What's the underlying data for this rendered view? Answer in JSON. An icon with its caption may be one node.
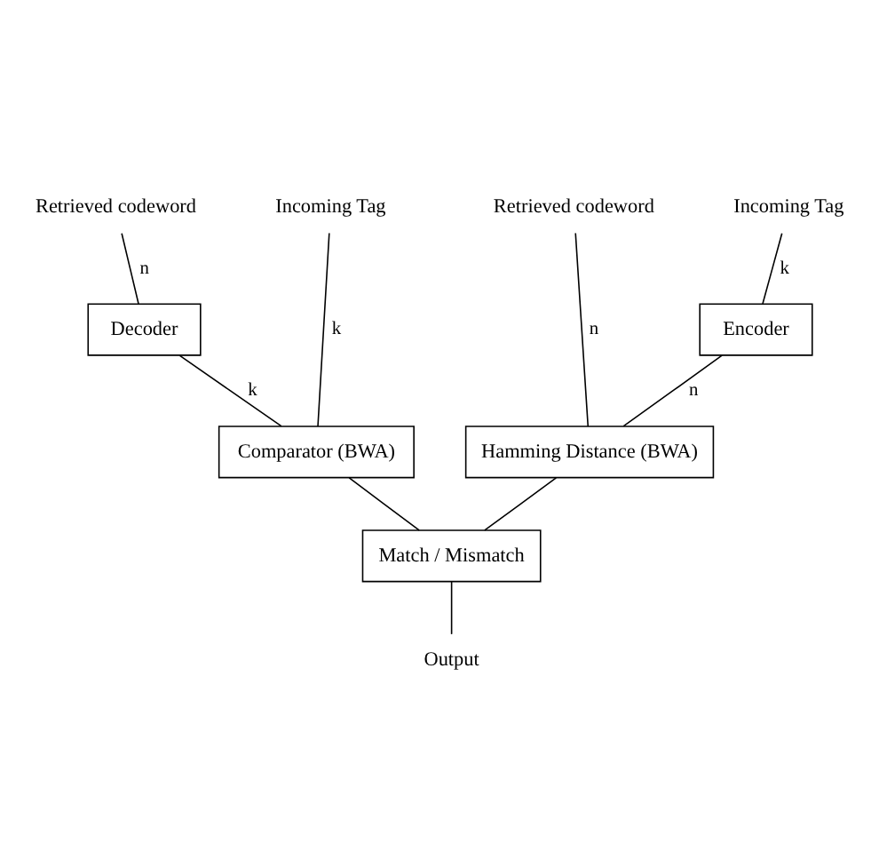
{
  "diagram": {
    "nodes": [
      {
        "text": [
          "Retrieved codeword"
        ]
      },
      {
        "text": [
          "Incoming Tag"
        ]
      },
      {
        "text": [
          "Decoder"
        ]
      },
      {
        "text": [
          "Comparator (BWA)"
        ]
      },
      {
        "text": [
          "Retrieved codeword"
        ]
      },
      {
        "text": [
          "Incoming Tag"
        ]
      },
      {
        "text": [
          "Encoder"
        ]
      },
      {
        "text": [
          "Hamming Distance (BWA)"
        ]
      },
      {
        "text": [
          "Match / Mismatch"
        ]
      },
      {
        "text": [
          "Output"
        ]
      }
    ],
    "edges": [
      {
        "from": 0,
        "to": 2,
        "arrow": "none",
        "label": "n"
      },
      {
        "from": 2,
        "to": 3,
        "arrow": "none",
        "label": "k"
      },
      {
        "from": 1,
        "to": 3,
        "arrow": "none",
        "label": "k"
      },
      {
        "from": 4,
        "to": 7,
        "arrow": "none",
        "label": "n"
      },
      {
        "from": 5,
        "to": 6,
        "arrow": "none",
        "label": "k"
      },
      {
        "from": 6,
        "to": 7,
        "arrow": "none",
        "label": "n"
      },
      {
        "from": 3,
        "to": 8,
        "arrow": "none"
      },
      {
        "from": 7,
        "to": 8,
        "arrow": "none"
      },
      {
        "from": 8,
        "to": 9,
        "arrow": "none"
      }
    ]
  }
}
